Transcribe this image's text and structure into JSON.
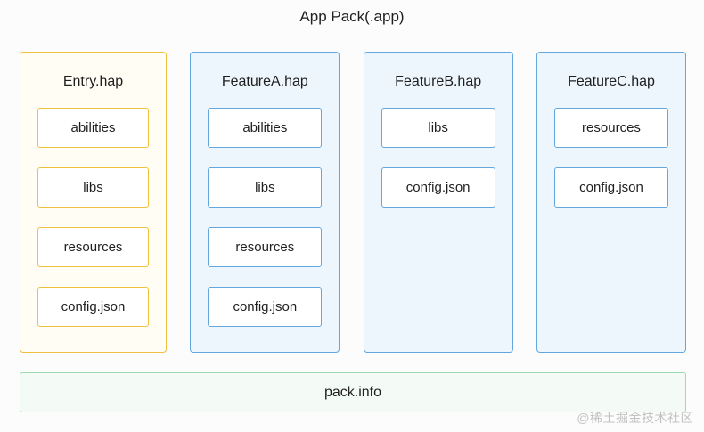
{
  "title": "App Pack(.app)",
  "modules": [
    {
      "name": "Entry.hap",
      "theme": "yellow",
      "items": [
        "abilities",
        "libs",
        "resources",
        "config.json"
      ]
    },
    {
      "name": "FeatureA.hap",
      "theme": "blue",
      "items": [
        "abilities",
        "libs",
        "resources",
        "config.json"
      ]
    },
    {
      "name": "FeatureB.hap",
      "theme": "blue",
      "items": [
        "libs",
        "config.json"
      ]
    },
    {
      "name": "FeatureC.hap",
      "theme": "blue",
      "items": [
        "resources",
        "config.json"
      ]
    }
  ],
  "footer": {
    "label": "pack.info"
  },
  "watermark": "@稀土掘金技术社区",
  "colors": {
    "yellow_border": "#f0c041",
    "yellow_bg": "#fffdf4",
    "blue_border": "#63a7dd",
    "blue_bg": "#edf6fd",
    "green_border": "#9fd9ae",
    "green_bg": "#f4fbf6"
  }
}
